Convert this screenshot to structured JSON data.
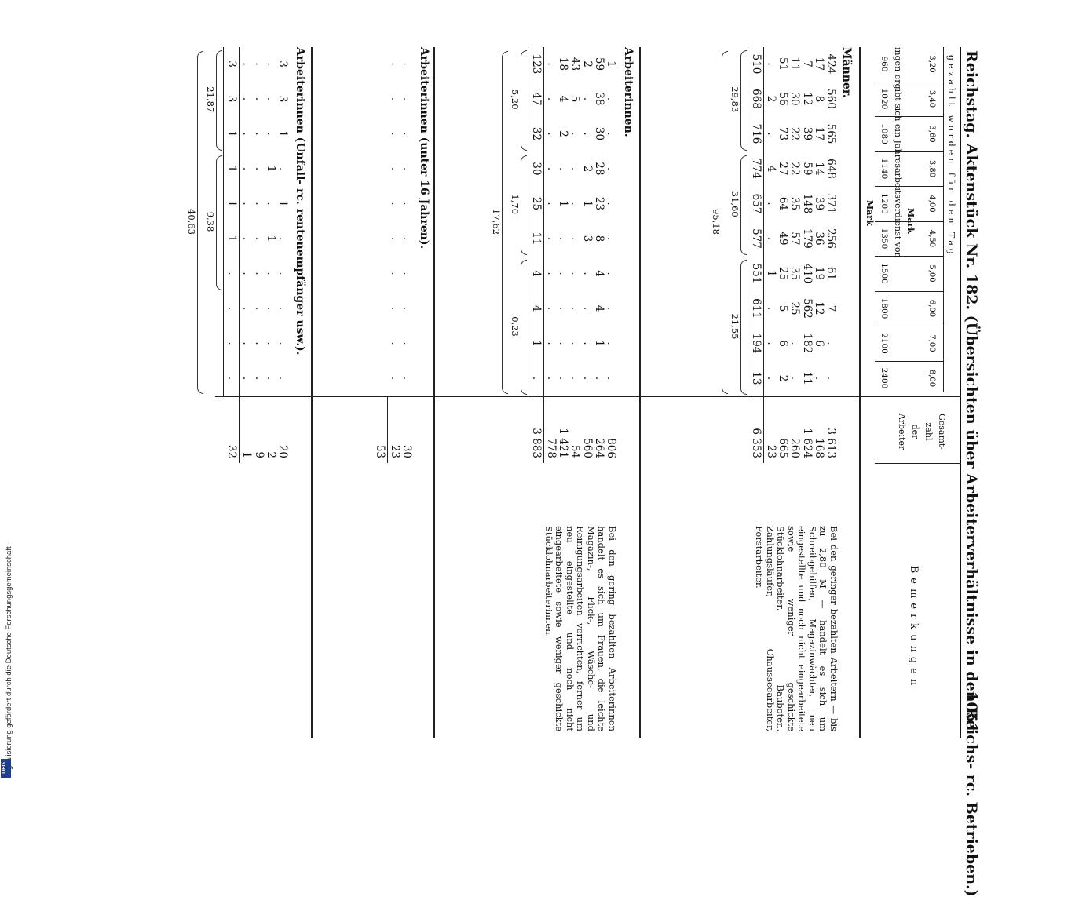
{
  "header": {
    "title": "Reichstag. Aktenstück Nr. 182. (Übersichten über Arbeiterverhältnisse in den Reichs- rc. Betrieben.)",
    "page_number": "1051"
  },
  "column_headers": {
    "paid_per_day": "gezahlt worden für den Tag",
    "mark_1": "Mark",
    "annual_earnings": "ingen ergibt sich ein Jahresarbeitsverdienst von",
    "mark_2": "Mark",
    "total_workers": [
      "Gesamt-",
      "zahl",
      "der",
      "Arbeiter"
    ],
    "remarks": "Bemerkungen"
  },
  "daily_rates": [
    "3,20",
    "3,40",
    "3,60",
    "3,80",
    "4,00",
    "4,50",
    "5,00",
    "6,00",
    "7,00",
    "8,00"
  ],
  "annual_earnings_values": [
    "960",
    "1020",
    "1080",
    "1140",
    "1200",
    "1350",
    "1500",
    "1800",
    "2100",
    "2400"
  ],
  "sections": {
    "maenner": {
      "label": "Männer.",
      "rows": [
        [
          "424",
          "560",
          "565",
          "648",
          "371",
          "256",
          "61",
          "7",
          ".",
          ".",
          "3 613"
        ],
        [
          "17",
          "8",
          "17",
          "14",
          "39",
          "36",
          "19",
          "12",
          "6",
          ".",
          "168"
        ],
        [
          "7",
          "12",
          "39",
          "59",
          "148",
          "179",
          "410",
          "562",
          "182",
          "11",
          "1 624"
        ],
        [
          "11",
          "30",
          "22",
          "22",
          "35",
          "57",
          "35",
          "25",
          ".",
          ".",
          "260"
        ],
        [
          "51",
          "56",
          "73",
          "27",
          "64",
          "49",
          "25",
          "5",
          "6",
          "2",
          "665"
        ],
        [
          ".",
          "2",
          ".",
          "4",
          ".",
          ".",
          "1",
          ".",
          ".",
          ".",
          "23"
        ]
      ],
      "sums": [
        "510",
        "668",
        "716",
        "774",
        "657",
        "577",
        "551",
        "611",
        "194",
        "13",
        "6 353"
      ],
      "aggregates": [
        "29,83",
        "31,60",
        "21,55"
      ],
      "grand": "95,18"
    },
    "arbeiterinnen": {
      "label": "Arbeiterinnen.",
      "rows": [
        [
          "1",
          ".",
          ".",
          ".",
          ".",
          ".",
          ".",
          ".",
          ".",
          ".",
          "806"
        ],
        [
          "59",
          "38",
          "30",
          "28",
          "23",
          "8",
          "4",
          "4",
          "1",
          ".",
          "264"
        ],
        [
          "2",
          ".",
          ".",
          "2",
          "1",
          "3",
          ".",
          ".",
          ".",
          ".",
          "560"
        ],
        [
          "43",
          "5",
          ".",
          ".",
          ".",
          ".",
          ".",
          ".",
          ".",
          ".",
          "54"
        ],
        [
          "18",
          "4",
          "2",
          ".",
          "1",
          ".",
          ".",
          ".",
          ".",
          ".",
          "1 421"
        ],
        [
          ".",
          ".",
          ".",
          ".",
          ".",
          ".",
          ".",
          ".",
          ".",
          ".",
          "778"
        ]
      ],
      "sums": [
        "123",
        "47",
        "32",
        "30",
        "25",
        "11",
        "4",
        "4",
        "1",
        ".",
        "3 883"
      ],
      "aggregates": [
        "5,20",
        "1,70",
        "0,23"
      ],
      "grand": "17,62"
    },
    "jugendliche": {
      "label": "Arbeiterinnen (unter 16 Jahren).",
      "rows": [
        [
          ".",
          ".",
          ".",
          ".",
          ".",
          ".",
          ".",
          ".",
          ".",
          ".",
          "30"
        ],
        [
          ".",
          ".",
          ".",
          ".",
          ".",
          ".",
          ".",
          ".",
          ".",
          ".",
          "23"
        ]
      ],
      "sum_total": "53"
    },
    "rentenempfaenger": {
      "label": "Arbeiterinnen (Unfall- rc. rentenempfänger usw.).",
      "rows": [
        [
          "3",
          "3",
          "1",
          ".",
          "1",
          ".",
          ".",
          ".",
          ".",
          ".",
          "20"
        ],
        [
          ".",
          ".",
          ".",
          "1",
          ".",
          "1",
          ".",
          ".",
          ".",
          ".",
          "2"
        ],
        [
          ".",
          ".",
          ".",
          ".",
          ".",
          ".",
          ".",
          ".",
          ".",
          ".",
          "9"
        ],
        [
          ".",
          ".",
          ".",
          ".",
          ".",
          ".",
          ".",
          ".",
          ".",
          ".",
          "1"
        ]
      ],
      "sums": [
        "3",
        "3",
        "1",
        "1",
        "1",
        "1",
        ".",
        ".",
        ".",
        ".",
        "32"
      ],
      "aggregates": [
        "21,87",
        "9,38"
      ],
      "grand": "40,63"
    }
  },
  "remarks": {
    "maenner": "Bei den geringer bezahlten Arbeitern — bis zu 2,80 M — handelt es sich um Schreibgehilfen, Magazinwächter, neu eingestellte und noch nicht eingearbeitete sowie weniger geschickte Stücklohnarbeiter, Bauboten, Zahlungsläufer, Chausseearbeiter, Forstarbeiter.",
    "arbeiterinnen": "Bei den gering bezahlten Arbeiterinnen handelt es sich um Frauen, die leichte Magazin-, Flick-, Wäsche- und Reinigungsarbeiten verrichten, ferner um neu eingestellte und noch nicht eingearbeitete sowie weniger geschickte Stücklohnarbeiterinnen."
  },
  "footer": {
    "digitization_note": "Digitalisierung gefördert durch die Deutsche Forschungsgemeinschaft -",
    "logo_text": "DFG"
  }
}
